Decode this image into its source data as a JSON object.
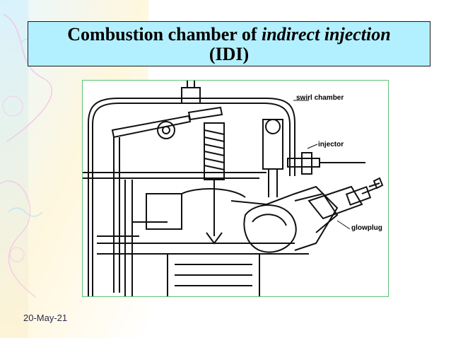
{
  "slide": {
    "title_part1": "Combustion chamber of ",
    "title_italic": "indirect injection",
    "title_line2": "(IDI)",
    "date": "20-May-21"
  },
  "diagram": {
    "labels": {
      "swirl_chamber": "swirl chamber",
      "injector": "injector",
      "glowplug": "glowplug"
    }
  },
  "colors": {
    "title_background": "#b3f0ff",
    "frame_border": "#5fc27a",
    "date_text": "#2a2a4a"
  },
  "icons": [
    "engine-cross-section-diagram",
    "background-swirl-decoration"
  ]
}
